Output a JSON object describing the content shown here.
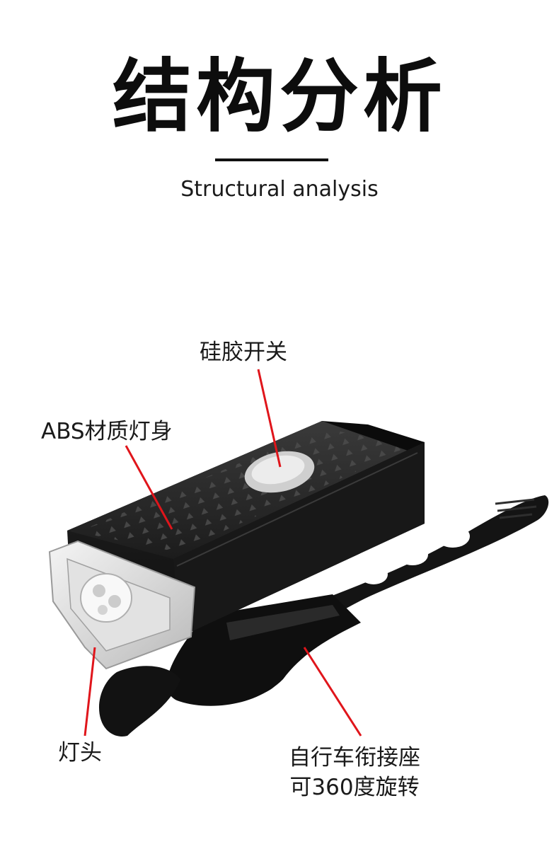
{
  "header": {
    "title": "结构分析",
    "subtitle": "Structural analysis"
  },
  "callouts": {
    "switch": "硅胶开关",
    "body": "ABS材质灯身",
    "head": "灯头",
    "mount_line1": "自行车衔接座",
    "mount_line2": "可360度旋转"
  },
  "colors": {
    "pointer": "#e0151b",
    "body": "#1b1b1b",
    "strap": "#121212",
    "background": "#ffffff"
  }
}
